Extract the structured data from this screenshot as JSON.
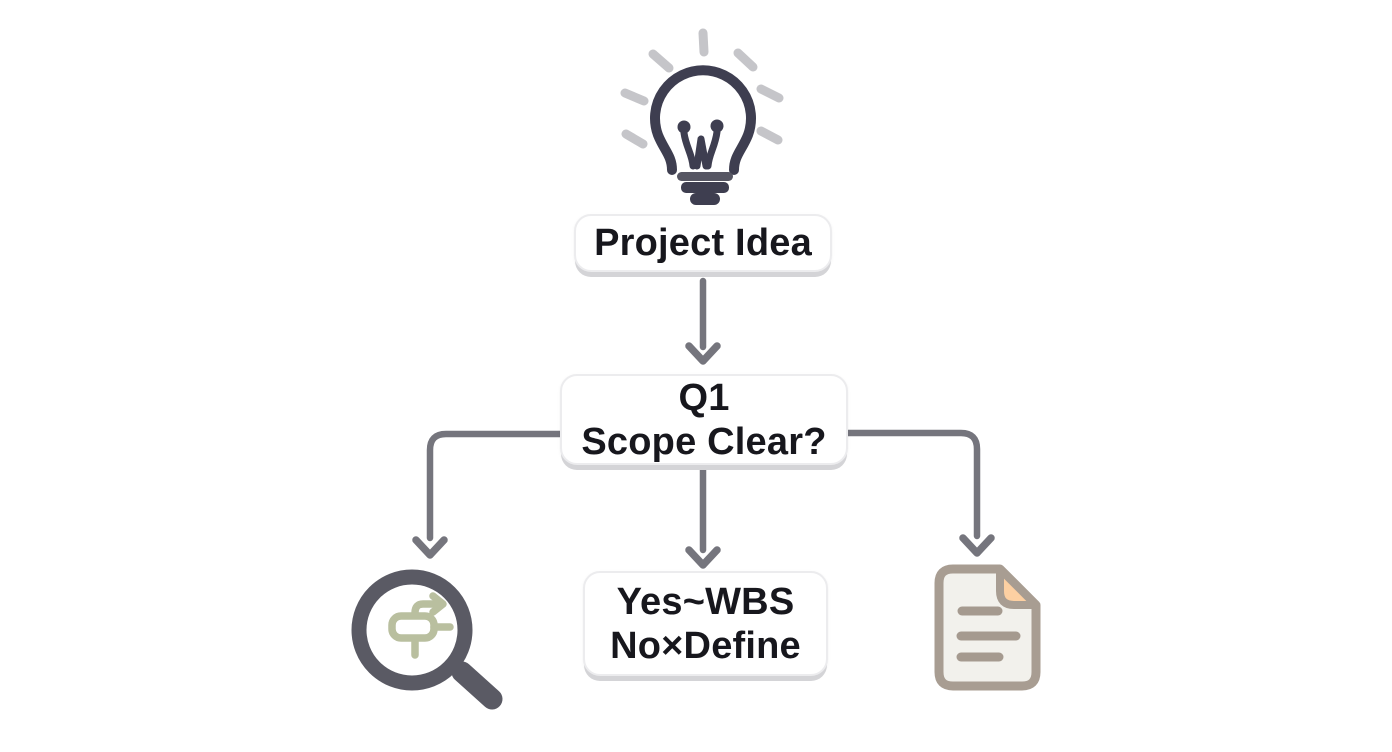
{
  "diagram": {
    "nodes": {
      "idea": {
        "label": "Project Idea"
      },
      "question": {
        "lines": [
          "Q1",
          "Scope Clear?"
        ]
      },
      "outcome": {
        "lines": [
          "Yes~WBS",
          "No×Define"
        ]
      }
    },
    "icons": {
      "top": "lightbulb-icon",
      "branch_left": "magnifying-glass-flow-icon",
      "branch_right": "document-icon"
    },
    "colors": {
      "background": "#ffffff",
      "text": "#17171d",
      "node_bg": "#ffffff",
      "node_border": "#ececee",
      "node_shadow": "#d4d4d7",
      "arrow": "#75757d",
      "bulb_outline": "#3e3e50",
      "bulb_rays": "#c5c5c9",
      "magnifier": "#5a5a64",
      "magnifier_glyph": "#b9bf9f",
      "doc_outline": "#a89d92",
      "doc_fill": "#f2f1ec",
      "doc_fold": "#fdd0a2",
      "doc_lines": "#a59a8f"
    }
  }
}
